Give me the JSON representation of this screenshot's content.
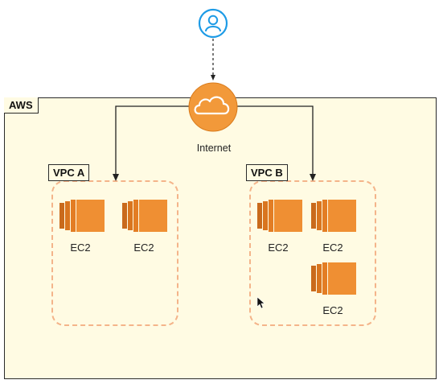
{
  "diagram": {
    "aws_label": "AWS",
    "internet_label": "Internet",
    "vpc_a": {
      "label": "VPC A",
      "instances": [
        {
          "label": "EC2"
        },
        {
          "label": "EC2"
        }
      ]
    },
    "vpc_b": {
      "label": "VPC B",
      "instances": [
        {
          "label": "EC2"
        },
        {
          "label": "EC2"
        },
        {
          "label": "EC2"
        }
      ]
    }
  },
  "icons": {
    "user": "user-icon",
    "internet": "cloud-icon",
    "instance": "ec2-instance-icon",
    "cursor": "mouse-pointer-icon"
  },
  "colors": {
    "aws_region_fill": "#fffbe3",
    "vpc_border": "#f4b48a",
    "ec2_orange": "#e8822c",
    "internet_orange": "#f2993a",
    "user_blue": "#1d9be6"
  }
}
